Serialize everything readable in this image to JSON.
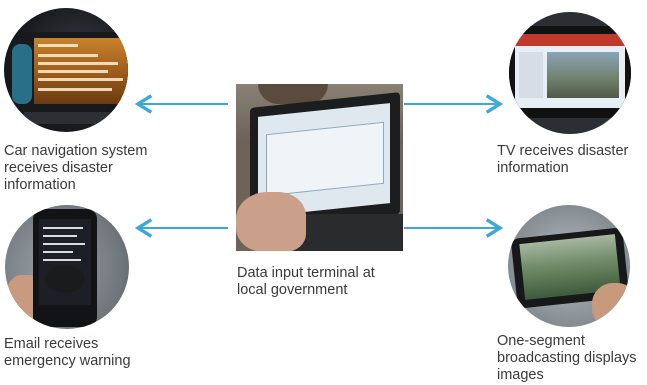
{
  "diagram": {
    "center": {
      "caption_line1": "Data input terminal at",
      "caption_line2": "local government"
    },
    "nodes": {
      "car_nav": {
        "line1": "Car navigation system",
        "line2": "receives disaster",
        "line3": "information"
      },
      "tv": {
        "line1": "TV receives disaster",
        "line2": "information"
      },
      "email": {
        "line1": "Email receives",
        "line2": "emergency warning"
      },
      "oneseg": {
        "line1": "One-segment",
        "line2": "broadcasting displays",
        "line3": "images"
      }
    },
    "arrow_color": "#3aa8d8"
  }
}
